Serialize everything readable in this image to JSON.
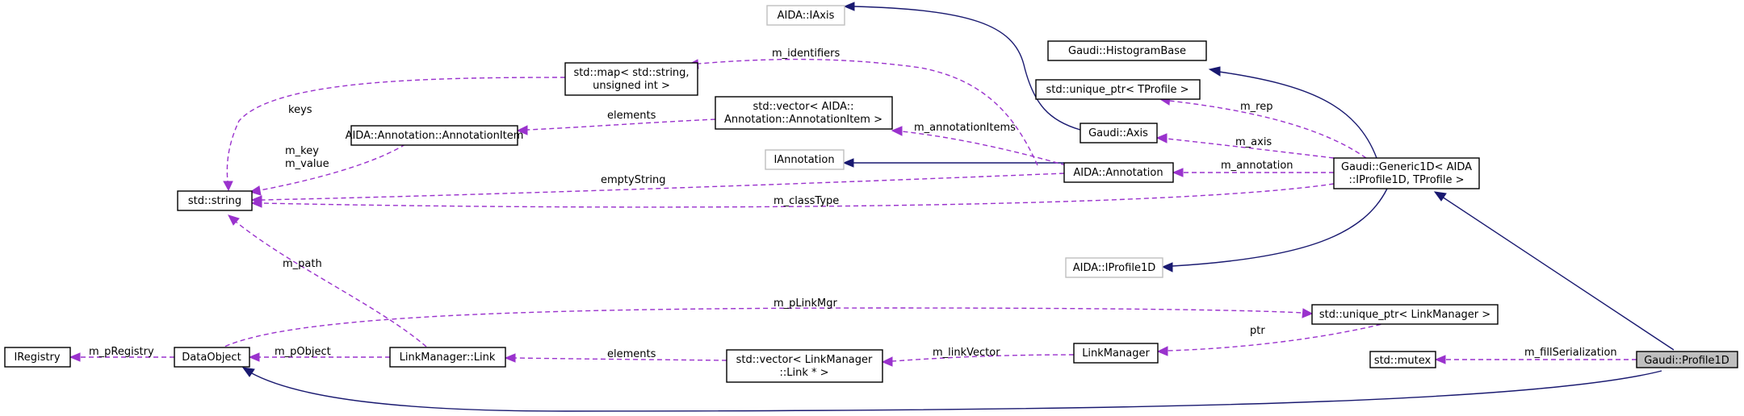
{
  "diagram": {
    "nodes": [
      {
        "id": "profile1d",
        "lines": [
          "Gaudi::Profile1D"
        ]
      },
      {
        "id": "mutex",
        "lines": [
          "std::mutex"
        ]
      },
      {
        "id": "generic1d",
        "lines": [
          "Gaudi::Generic1D< AIDA",
          "::IProfile1D, TProfile >"
        ]
      },
      {
        "id": "histbase",
        "lines": [
          "Gaudi::HistogramBase"
        ]
      },
      {
        "id": "uptr_tprofile",
        "lines": [
          "std::unique_ptr< TProfile >"
        ]
      },
      {
        "id": "axis",
        "lines": [
          "Gaudi::Axis"
        ]
      },
      {
        "id": "iaxis",
        "lines": [
          "AIDA::IAxis"
        ]
      },
      {
        "id": "annotation",
        "lines": [
          "AIDA::Annotation"
        ]
      },
      {
        "id": "iannotation",
        "lines": [
          "IAnnotation"
        ]
      },
      {
        "id": "vec_annotationitem",
        "lines": [
          "std::vector< AIDA::",
          "Annotation::AnnotationItem >"
        ]
      },
      {
        "id": "map",
        "lines": [
          "std::map< std::string,",
          "unsigned int >"
        ]
      },
      {
        "id": "annotationitem",
        "lines": [
          "AIDA::Annotation::AnnotationItem"
        ]
      },
      {
        "id": "string",
        "lines": [
          "std::string"
        ]
      },
      {
        "id": "iprofile1d",
        "lines": [
          "AIDA::IProfile1D"
        ]
      },
      {
        "id": "uptr_linkmgr",
        "lines": [
          "std::unique_ptr< LinkManager >"
        ]
      },
      {
        "id": "linkmanager",
        "lines": [
          "LinkManager"
        ]
      },
      {
        "id": "vec_link",
        "lines": [
          "std::vector< LinkManager",
          "::Link * >"
        ]
      },
      {
        "id": "link",
        "lines": [
          "LinkManager::Link"
        ]
      },
      {
        "id": "dataobject",
        "lines": [
          "DataObject"
        ]
      },
      {
        "id": "iregistry",
        "lines": [
          "IRegistry"
        ]
      }
    ],
    "edges": [
      {
        "kind": "dep",
        "label": "m_fillSerialization"
      },
      {
        "kind": "inh",
        "label": ""
      },
      {
        "kind": "inh",
        "label": ""
      },
      {
        "kind": "inh",
        "label": ""
      },
      {
        "kind": "dep",
        "label": "m_rep"
      },
      {
        "kind": "dep",
        "label": "m_axis"
      },
      {
        "kind": "dep",
        "label": "m_annotation"
      },
      {
        "kind": "dep",
        "label": "m_classType"
      },
      {
        "kind": "inh",
        "label": ""
      },
      {
        "kind": "inh",
        "label": ""
      },
      {
        "kind": "dep",
        "label": "m_identifiers"
      },
      {
        "kind": "dep",
        "label": "m_annotationItems"
      },
      {
        "kind": "dep",
        "label": "emptyString"
      },
      {
        "kind": "dep",
        "label": "elements"
      },
      {
        "kind": "dep",
        "label": "keys"
      },
      {
        "kind": "dep",
        "label": "m_key\nm_value"
      },
      {
        "kind": "dep",
        "label": "m_path"
      },
      {
        "kind": "dep",
        "label": "m_pLinkMgr"
      },
      {
        "kind": "dep",
        "label": "ptr"
      },
      {
        "kind": "dep",
        "label": "m_linkVector"
      },
      {
        "kind": "dep",
        "label": "elements"
      },
      {
        "kind": "dep",
        "label": "m_pObject"
      },
      {
        "kind": "dep",
        "label": "m_pRegistry"
      }
    ]
  }
}
